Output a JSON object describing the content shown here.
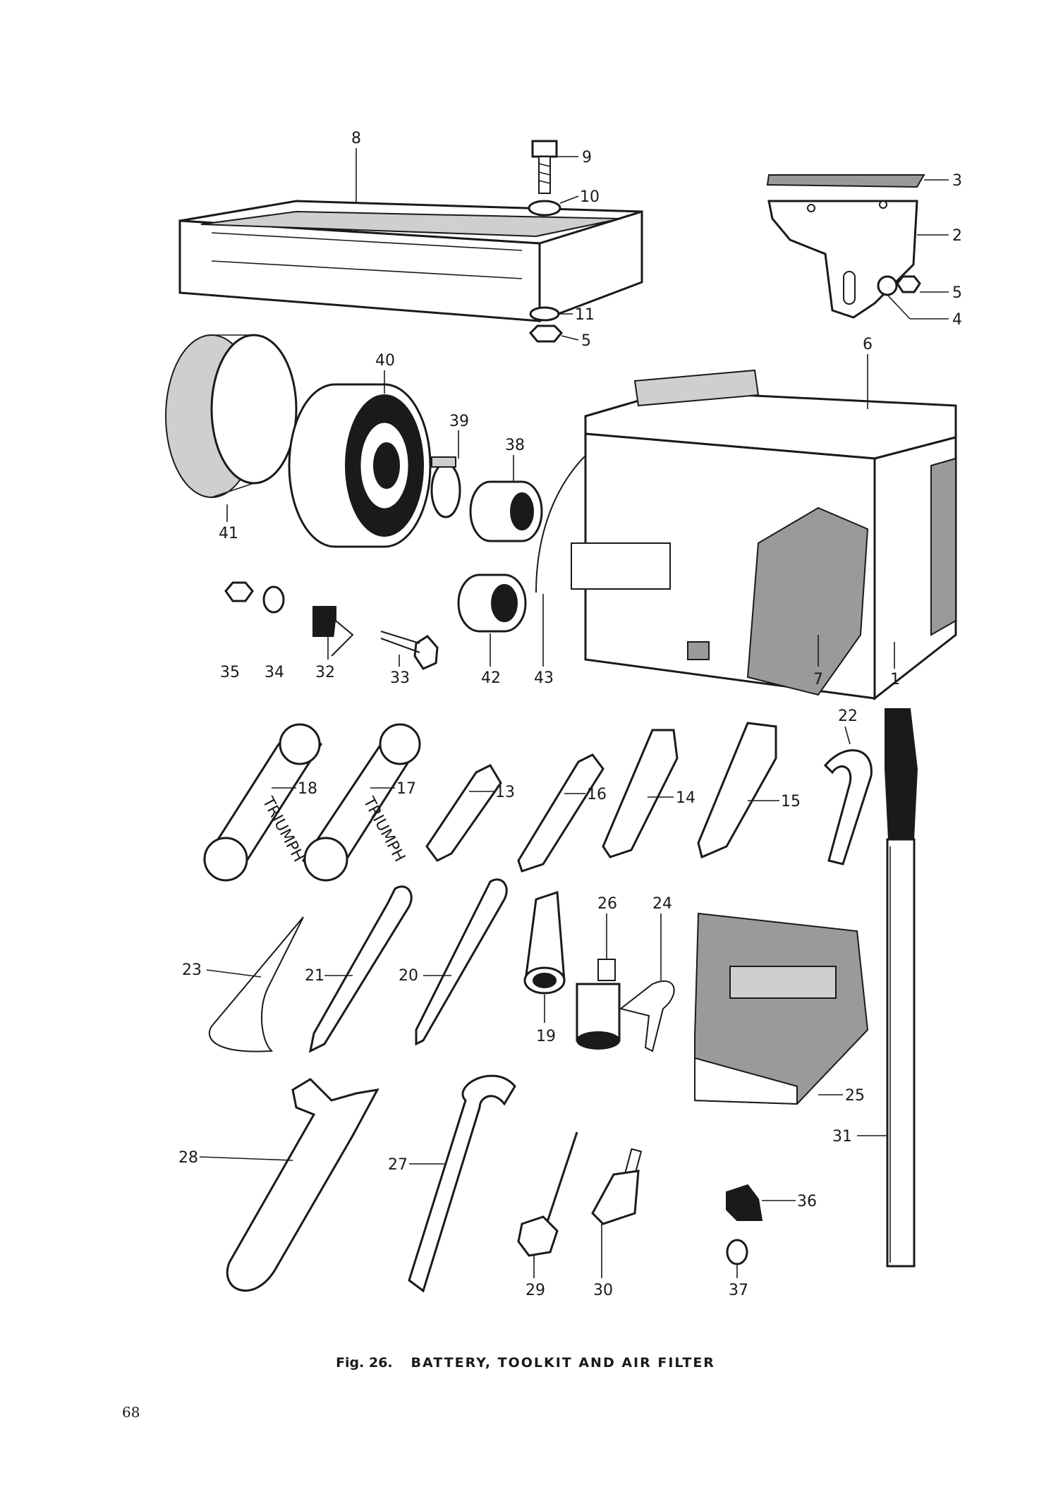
{
  "figure": {
    "number": "Fig. 26.",
    "title": "BATTERY, TOOLKIT AND AIR FILTER"
  },
  "page_number": "68",
  "engraved_text": [
    "TRIUMPH"
  ],
  "callouts": [
    {
      "id": "1",
      "label": "1"
    },
    {
      "id": "2",
      "label": "2"
    },
    {
      "id": "3",
      "label": "3"
    },
    {
      "id": "4",
      "label": "4"
    },
    {
      "id": "5a",
      "label": "5"
    },
    {
      "id": "5b",
      "label": "5"
    },
    {
      "id": "6",
      "label": "6"
    },
    {
      "id": "7",
      "label": "7"
    },
    {
      "id": "8",
      "label": "8"
    },
    {
      "id": "9",
      "label": "9"
    },
    {
      "id": "10",
      "label": "10"
    },
    {
      "id": "11",
      "label": "11"
    },
    {
      "id": "13",
      "label": "13"
    },
    {
      "id": "14",
      "label": "14"
    },
    {
      "id": "15",
      "label": "15"
    },
    {
      "id": "16",
      "label": "16"
    },
    {
      "id": "17",
      "label": "17"
    },
    {
      "id": "18",
      "label": "18"
    },
    {
      "id": "19",
      "label": "19"
    },
    {
      "id": "20",
      "label": "20"
    },
    {
      "id": "21",
      "label": "21"
    },
    {
      "id": "22",
      "label": "22"
    },
    {
      "id": "23",
      "label": "23"
    },
    {
      "id": "24",
      "label": "24"
    },
    {
      "id": "25",
      "label": "25"
    },
    {
      "id": "26",
      "label": "26"
    },
    {
      "id": "27",
      "label": "27"
    },
    {
      "id": "28",
      "label": "28"
    },
    {
      "id": "29",
      "label": "29"
    },
    {
      "id": "30",
      "label": "30"
    },
    {
      "id": "31",
      "label": "31"
    },
    {
      "id": "32",
      "label": "32"
    },
    {
      "id": "33",
      "label": "33"
    },
    {
      "id": "34",
      "label": "34"
    },
    {
      "id": "35",
      "label": "35"
    },
    {
      "id": "36",
      "label": "36"
    },
    {
      "id": "37",
      "label": "37"
    },
    {
      "id": "38",
      "label": "38"
    },
    {
      "id": "39",
      "label": "39"
    },
    {
      "id": "40",
      "label": "40"
    },
    {
      "id": "41",
      "label": "41"
    },
    {
      "id": "42",
      "label": "42"
    },
    {
      "id": "43",
      "label": "43"
    }
  ]
}
